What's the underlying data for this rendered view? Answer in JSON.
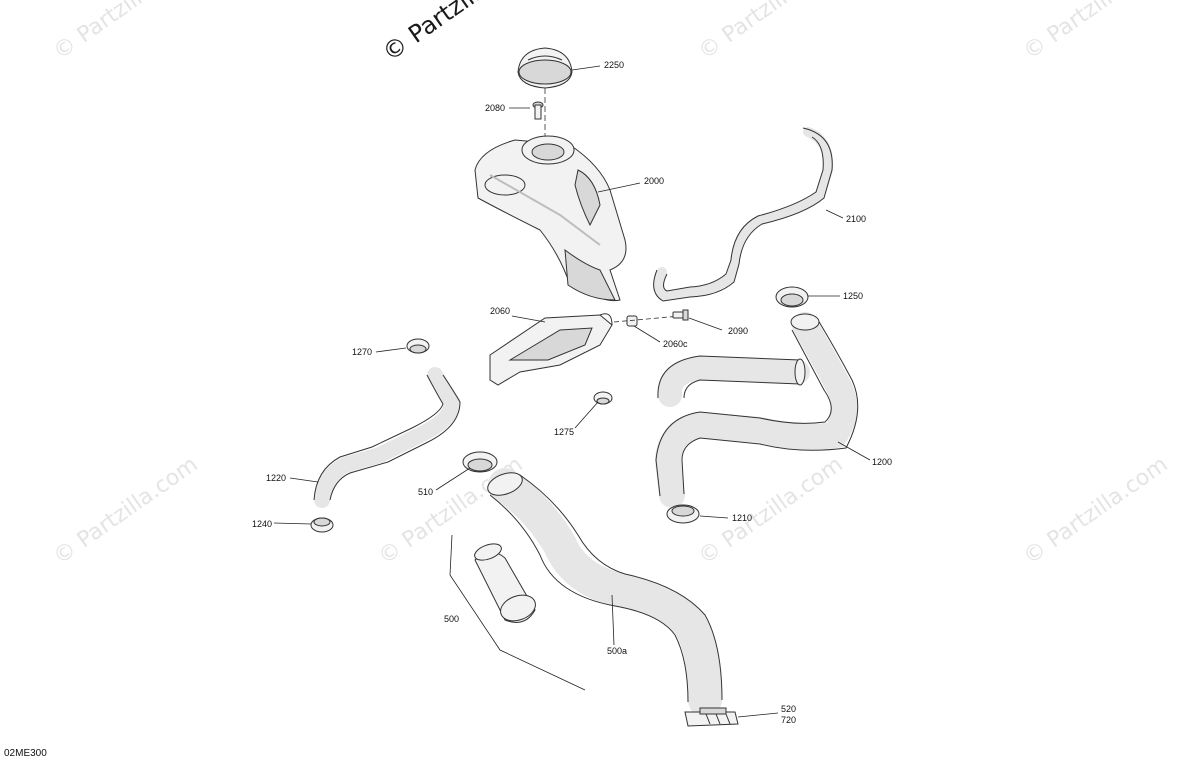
{
  "watermark": {
    "text": "© Partzilla.com",
    "prominent_text": "© Partzilla"
  },
  "diagram_code": "02ME300",
  "callouts": {
    "c2250": "2250",
    "c2080": "2080",
    "c2000": "2000",
    "c2100": "2100",
    "c1250": "1250",
    "c2060": "2060",
    "c2090": "2090",
    "c2060c": "2060c",
    "c1270": "1270",
    "c1275": "1275",
    "c1200": "1200",
    "c1220": "1220",
    "c510": "510",
    "c1210": "1210",
    "c1240": "1240",
    "c500": "500",
    "c500a": "500a",
    "c520": "520",
    "c720": "720"
  }
}
